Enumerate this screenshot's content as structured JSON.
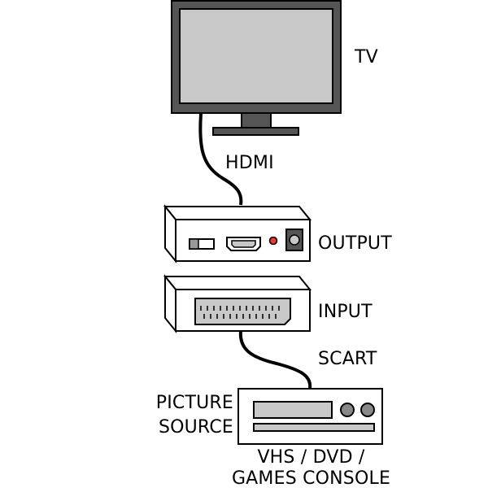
{
  "labels": {
    "tv": "TV",
    "hdmi": "HDMI",
    "output": "OUTPUT",
    "input": "INPUT",
    "scart": "SCART",
    "picture_source_line1": "PICTURE",
    "picture_source_line2": "SOURCE",
    "device_line1": "VHS / DVD /",
    "device_line2": "GAMES CONSOLE"
  },
  "colors": {
    "tv_frame": "#555555",
    "tv_screen": "#c8c8c8",
    "outline": "#000000",
    "box_face": "#ffffff",
    "box_top": "#ffffff",
    "port_fill": "#c8c8c8",
    "led": "#e53935",
    "scart_port": "#c8c8c8"
  }
}
